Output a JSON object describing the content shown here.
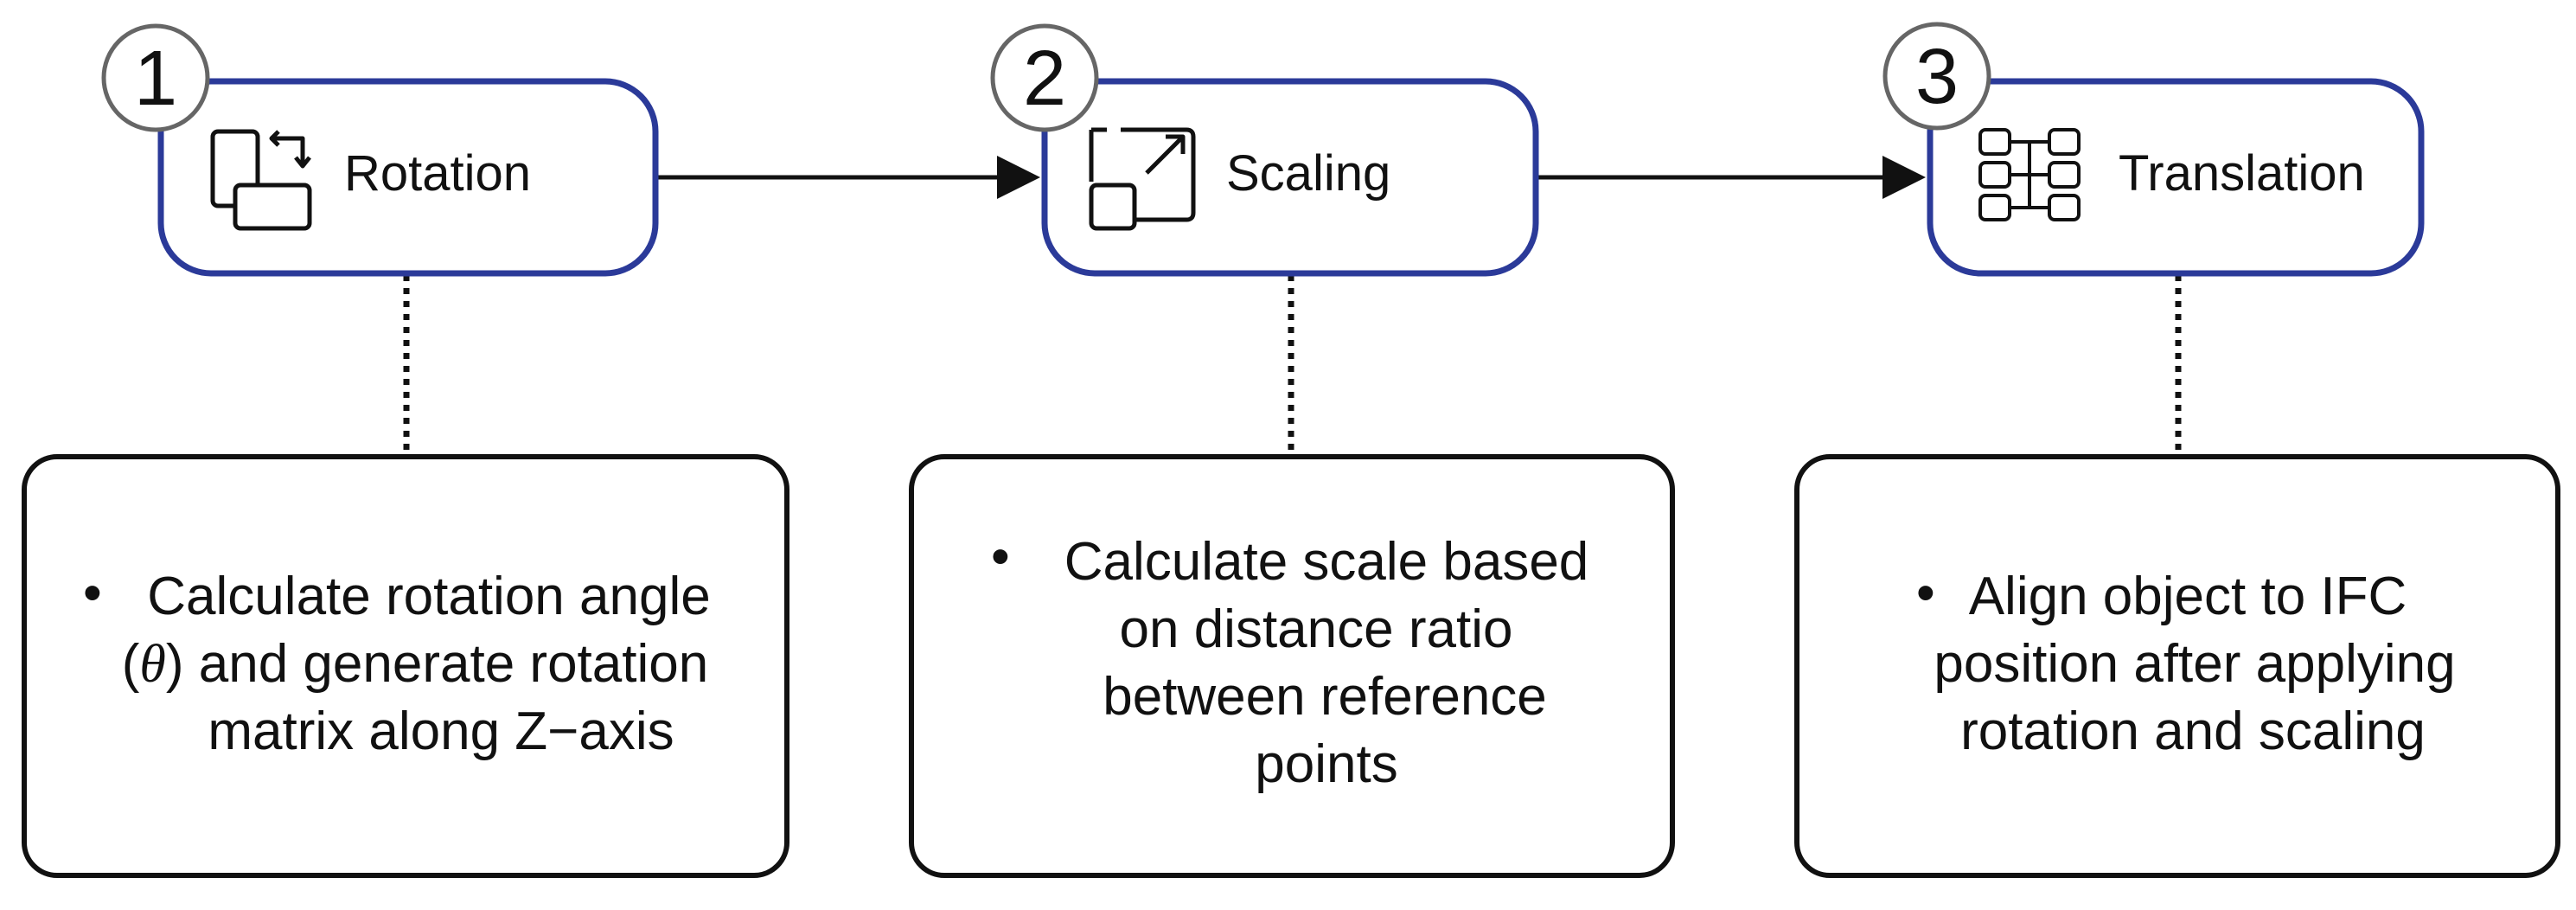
{
  "colors": {
    "step_border": "#2b3a99",
    "line": "#111111",
    "background": "#ffffff"
  },
  "steps": [
    {
      "number": "1",
      "label": "Rotation",
      "icon": "rotate-icon",
      "description": {
        "bullet": "•",
        "line1": "Calculate rotation angle",
        "line2_open": "(",
        "line2_symbol": "θ",
        "line2_rest": ") and generate rotation",
        "line3": "matrix along Z−axis"
      }
    },
    {
      "number": "2",
      "label": "Scaling",
      "icon": "scale-icon",
      "description": {
        "bullet": "•",
        "lines": [
          "Calculate scale based",
          "on distance ratio",
          "between reference",
          "points"
        ]
      }
    },
    {
      "number": "3",
      "label": "Translation",
      "icon": "translate-icon",
      "description": {
        "bullet": "•",
        "lines": [
          "Align object to IFC",
          "position after applying",
          "rotation and scaling"
        ]
      }
    }
  ]
}
